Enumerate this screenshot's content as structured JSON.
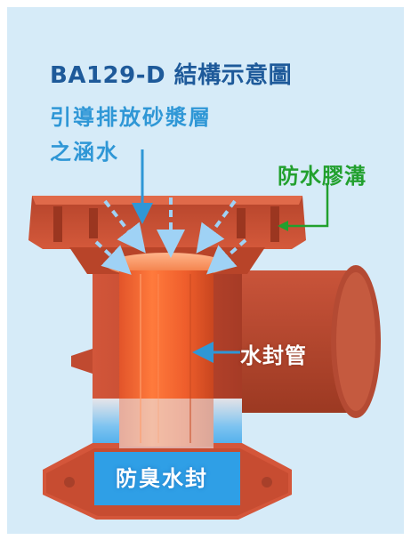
{
  "diagram": {
    "title": "BA129-D 結構示意圖",
    "callout_drain_line1": "引導排放砂漿層",
    "callout_drain_line2": "之涵水",
    "callout_groove": "防水膠溝",
    "callout_water_seal_pipe": "水封管",
    "callout_odor_seal": "防臭水封"
  },
  "colors": {
    "background": "#d6ebf8",
    "title": "#1e5a9a",
    "drain_callout": "#2f97d6",
    "groove_callout": "#22a02e",
    "body_red": "#c84a2c",
    "pipe_orange": "#e8582a",
    "water_blue": "#3aa8ec",
    "arrow_dashed": "#9fd2f5",
    "arrow_blue": "#2f97d6",
    "leader_green": "#22a02e"
  }
}
